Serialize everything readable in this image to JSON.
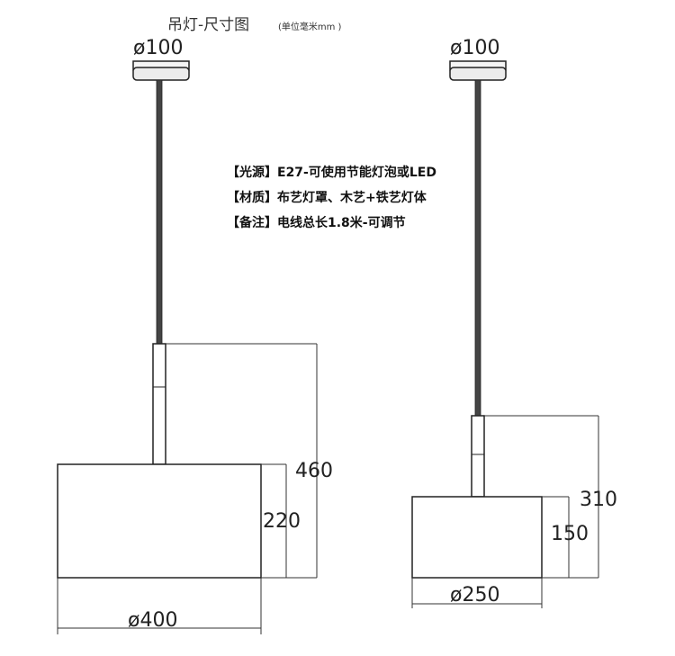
{
  "title": {
    "main": "吊灯-尺寸图",
    "unit": "(单位毫米mm )"
  },
  "notes": [
    "【光源】E27-可使用节能灯泡或LED",
    "【材质】布艺灯罩、木艺+铁艺灯体",
    "【备注】电线总长1.8米-可调节"
  ],
  "large_lamp": {
    "canopy_dia": "ø100",
    "total_height": "460",
    "shade_height": "220",
    "shade_dia": "ø400"
  },
  "small_lamp": {
    "canopy_dia": "ø100",
    "total_height": "310",
    "shade_height": "150",
    "shade_dia": "ø250"
  }
}
